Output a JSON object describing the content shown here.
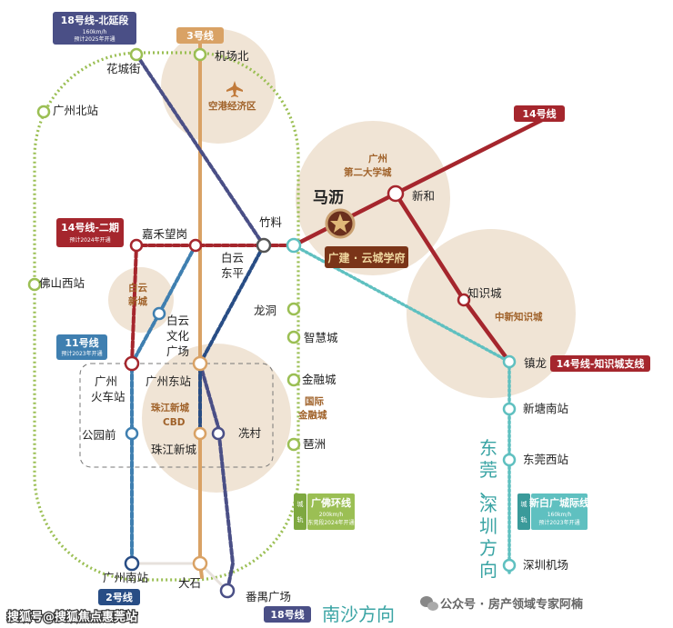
{
  "colors": {
    "line3": "#d9a265",
    "line18": "#4a4f86",
    "line22": "#e7e1dc",
    "line14": "#a5262d",
    "line11": "#3f7fb0",
    "line2": "#284d85",
    "loop": "#9bbf54",
    "zhongnan": "#5fc0c0",
    "zone_fill": "#f0e4d5",
    "zone_text": "#a0622a"
  },
  "line_tags": {
    "l18n": {
      "title": "18号线-北延段",
      "sub1": "160km/h",
      "sub2": "预计2025年开通"
    },
    "l3": {
      "title": "3号线"
    },
    "l14": {
      "title": "14号线"
    },
    "l14b": {
      "title": "14号线-二期",
      "sub1": "预计2024年开通"
    },
    "l11": {
      "title": "11号线",
      "sub1": "预计2023年开通"
    },
    "l14z": {
      "title": "14号线-知识城支线"
    },
    "l2": {
      "title": "2号线"
    },
    "l18": {
      "title": "18号线"
    },
    "gf": {
      "side": "城轨",
      "title": "广佛环线",
      "sub1": "200km/h",
      "sub2": "东莞段2024年开通"
    },
    "sb": {
      "side": "城轨",
      "title": "新白广城际线",
      "sub1": "160km/h",
      "sub2": "预计2023年开通"
    }
  },
  "stations": {
    "huachengjie": "花城街",
    "jichangbei": "机场北",
    "guangzhoubei": "广州北站",
    "xinhe": "新和",
    "mali": "马沥",
    "jiahewanggang": "嘉禾望岗",
    "zhuliao": "竹料",
    "baiyun_dongping": "白云\n东平",
    "foshanxi": "佛山西站",
    "zhishicheng": "知识城",
    "baiyun_wenhua": "白云\n文化\n广场",
    "longdong": "龙洞",
    "zhihuicheng": "智慧城",
    "zhenlong": "镇龙",
    "guangzhou_huochezhan": "广州\n火车站",
    "guangzhou_dongzhan": "广州东站",
    "jinrongcheng": "金融城",
    "xintangnan": "新塘南站",
    "gongyuanqian": "公园前",
    "zhujiangxincheng": "珠江新城",
    "xiancun": "冼村",
    "pazhou": "琶洲",
    "dongguanxi": "东莞西站",
    "shenzhenjichang": "深圳机场",
    "guangzhounan": "广州南站",
    "dashi": "大石",
    "panyu_guangchang": "番禺广场"
  },
  "zones": {
    "konggang": "空港经济区",
    "dierdaxue": "广州\n第二大学城",
    "zhongxin_zhishi": "中新知识城",
    "baiyun_xincheng": "白云\n新城",
    "zhujiang_cbd": "珠江新城\nCBD",
    "guoji_jinrong": "国际\n金融城"
  },
  "project_label": "广建 · 云城学府",
  "directions": {
    "dongguan_shenzhen": "东莞、深圳方向",
    "nansha": "南沙方向"
  },
  "watermark_left": "搜狐号@搜狐焦点惠莞站",
  "watermark_right": "公众号 · 房产领域专家阿楠",
  "icons": {
    "airport": "airplane-icon",
    "project": "star-icon",
    "wechat": "wechat-icon"
  }
}
